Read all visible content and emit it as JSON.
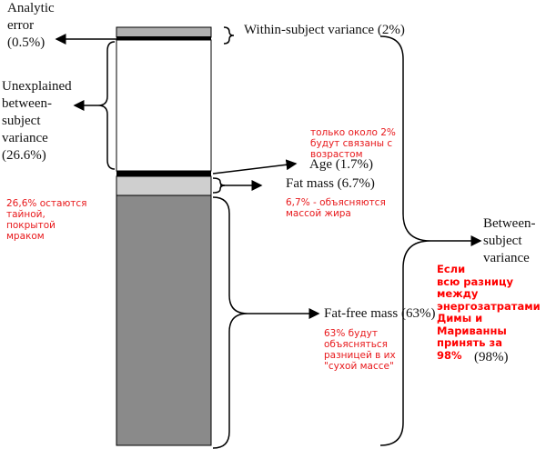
{
  "labels": {
    "analytic_error": [
      "Analytic",
      "error",
      "(0.5%)"
    ],
    "within": "Within-subject variance (2%)",
    "unexplained": [
      "Unexplained",
      "between-",
      "subject",
      "variance",
      "(26.6%)"
    ],
    "age": "Age (1.7%)",
    "fat_mass": "Fat mass (6.7%)",
    "fat_free": "Fat-free mass (63%)",
    "between": [
      "Between-",
      "subject",
      "variance"
    ],
    "between_pct": "(98%)"
  },
  "annotations": {
    "age_note": [
      "только около 2%",
      "будут связаны с",
      "возрастом"
    ],
    "fat_note": [
      "6,7% - объясняются",
      "массой жира"
    ],
    "unexplained_note": [
      "26,6% остаются",
      "тайной,",
      "покрытой",
      "мраком"
    ],
    "fatfree_note": [
      "63% будут",
      "объясняться",
      "разницей в их",
      "\"сухой массе\""
    ],
    "between_note": [
      "Если",
      "всю разницу",
      "между",
      "энергозатратами",
      "Димы и",
      "Мариванны",
      "принять за",
      "98%"
    ]
  },
  "colors": {
    "annotation": "#e8191c",
    "analytic": "#b0b0b0",
    "fat": "#cfcfcf",
    "fatfree": "#8a8a8a"
  }
}
